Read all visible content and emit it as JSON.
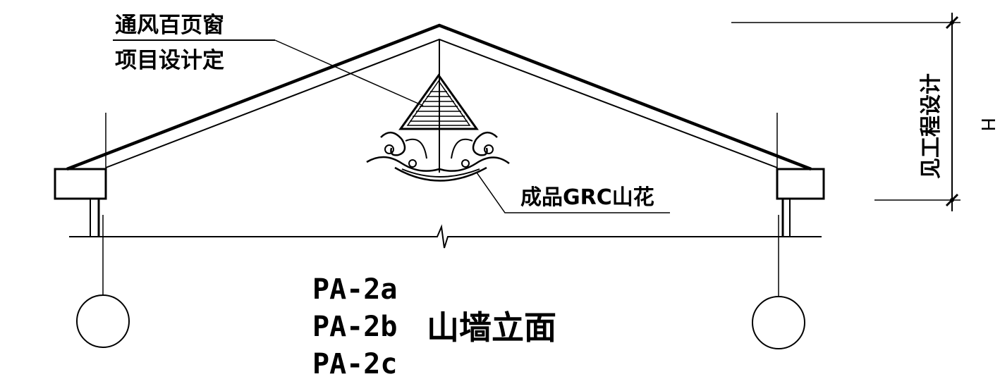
{
  "labels": {
    "vent_line1": "通风百页窗",
    "vent_line2": "项目设计定",
    "grc_ornament": "成品GRC山花",
    "height_note": "见工程设计",
    "height_symbol": "H"
  },
  "title": {
    "codes": [
      "PA-2a",
      "PA-2b",
      "PA-2c"
    ],
    "name": "山墙立面"
  }
}
